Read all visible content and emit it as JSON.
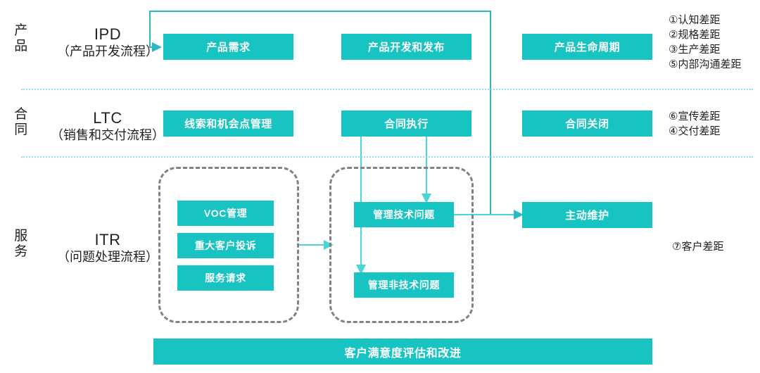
{
  "diagram": {
    "title_present": false,
    "accent_color": "#17c4c1",
    "dashed_border_color": "#808285",
    "divider_color": "#7fd9ef",
    "rows": [
      {
        "key": "product",
        "side_label": "产\n品",
        "process_abbr": "IPD",
        "process_cn": "（产品开发流程）",
        "boxes": [
          {
            "label": "产品需求"
          },
          {
            "label": "产品开发和发布"
          },
          {
            "label": "产品生命周期"
          }
        ],
        "gaps": "①认知差距\n②规格差距\n③生产差距\n⑤内部沟通差距"
      },
      {
        "key": "contract",
        "side_label": "合\n同",
        "process_abbr": "LTC",
        "process_cn": "（销售和交付流程）",
        "boxes": [
          {
            "label": "线索和机会点管理"
          },
          {
            "label": "合同执行"
          },
          {
            "label": "合同关闭"
          }
        ],
        "gaps": "⑥宣传差距\n④交付差距"
      },
      {
        "key": "service",
        "side_label": "服\n务",
        "process_abbr": "ITR",
        "process_cn": "（问题处理流程）",
        "boxes": [
          {
            "label": "VOC管理"
          },
          {
            "label": "重大客户投诉"
          },
          {
            "label": "服务请求"
          },
          {
            "label": "管理技术问题"
          },
          {
            "label": "管理非技术问题"
          },
          {
            "label": "主动维护"
          }
        ],
        "gaps": "⑦客户差距"
      }
    ],
    "footer_bar": {
      "label": "客户满意度评估和改进"
    },
    "connectors": [
      {
        "name": "feedback-loop-to-product-requirement",
        "from": "管理技术问题",
        "to": "产品需求"
      },
      {
        "name": "contract-execution-to-technical-issue",
        "from": "合同执行",
        "to": "管理技术问题"
      },
      {
        "name": "contract-execution-to-nontechnical-issue",
        "from": "合同执行",
        "to": "管理非技术问题"
      },
      {
        "name": "voc-group-to-issue-group",
        "from": "VOC容器",
        "to": "问题容器"
      },
      {
        "name": "technical-issue-to-proactive-maintenance",
        "from": "管理技术问题",
        "to": "主动维护"
      }
    ]
  }
}
